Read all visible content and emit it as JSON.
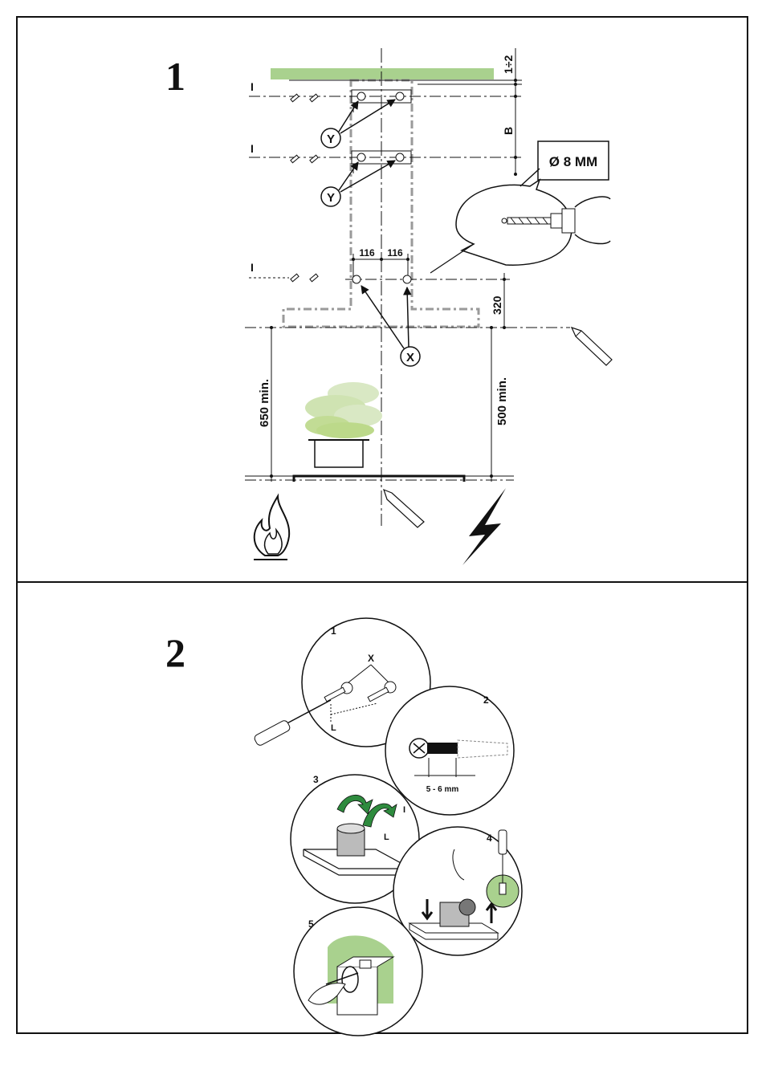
{
  "panels": [
    {
      "step": "1"
    },
    {
      "step": "2"
    }
  ],
  "diagram1": {
    "gap_label": "1÷2",
    "b_label": "B",
    "drill_label": "Ø 8 MM",
    "y_label": "Y",
    "x_label": "X",
    "dim_left": "116",
    "dim_right": "116",
    "dim_320": "320",
    "dim_650": "650 min.",
    "dim_500": "500 min.",
    "line_mark": "I"
  },
  "diagram2": {
    "sub1": "1",
    "sub2": "2",
    "sub3": "3",
    "sub4": "4",
    "sub5": "5",
    "x_label": "X",
    "l_label": "L",
    "i_label": "I",
    "screw_gap": "5 - 6 mm"
  },
  "colors": {
    "green": "#a9d18e",
    "green_dark": "#2e8b3e",
    "steam_green": "#c9e2a7",
    "dash_grey": "#9a9a9a",
    "line": "#111111"
  }
}
